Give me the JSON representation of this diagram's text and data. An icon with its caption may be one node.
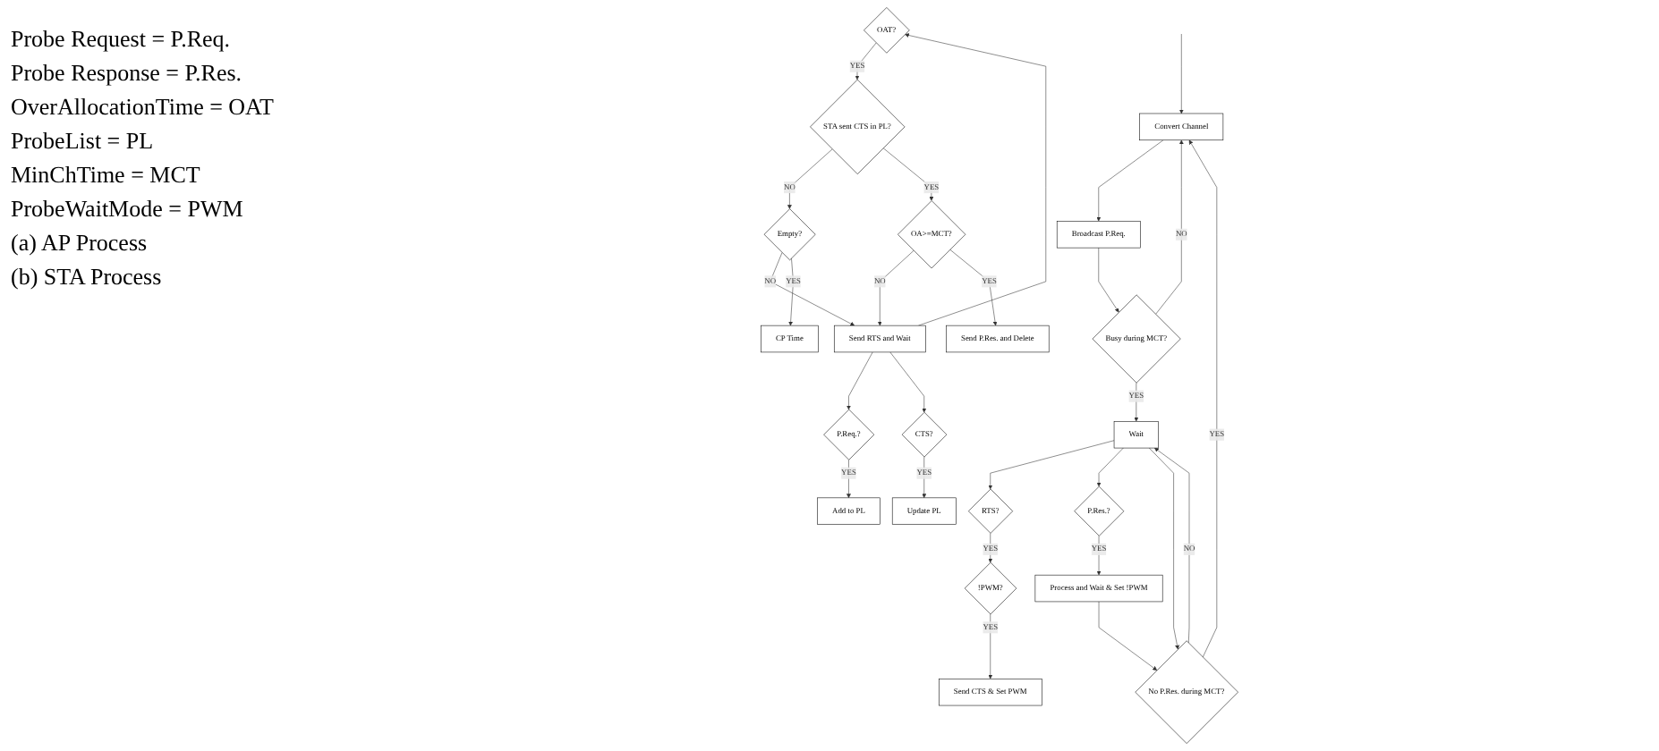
{
  "diagram": {
    "nodes": [
      {
        "text": [
          "P.Req.?"
        ]
      },
      {
        "text": [
          "CTS?"
        ]
      },
      {
        "text": [
          "OAT?"
        ]
      },
      {
        "text": [
          "Send RTS and Wait"
        ]
      },
      {
        "text": [
          "Add to PL"
        ]
      },
      {
        "text": [
          "Update PL"
        ]
      },
      {
        "text": [
          "STA sent CTS in PL?"
        ]
      },
      {
        "text": [
          "Empty?"
        ]
      },
      {
        "text": [
          "OA>=MCT?"
        ]
      },
      {
        "text": [
          "Send P.Res. and Delete"
        ]
      },
      {
        "text": [
          "CP Time"
        ]
      },
      {
        "text": [
          "Convert Channel"
        ]
      },
      {
        "text": [
          "Broadcast P.Req."
        ]
      },
      {
        "text": [
          "Busy during MCT?"
        ]
      },
      {
        "text": [
          "Wait"
        ]
      },
      {
        "text": [
          "RTS?"
        ]
      },
      {
        "text": [
          "P.Res.?"
        ]
      },
      {
        "text": [
          "No P.Res. during MCT?"
        ]
      },
      {
        "text": [
          "!PWM?"
        ]
      },
      {
        "text": [
          "Process and Wait & Set !PWM"
        ]
      },
      {
        "text": [
          "Send CTS & Set PWM"
        ]
      }
    ],
    "edges": [
      {
        "from": 3,
        "to": 0,
        "arrow": "to"
      },
      {
        "from": 3,
        "to": 1,
        "arrow": "to"
      },
      {
        "from": 3,
        "to": 2,
        "arrow": "to"
      },
      {
        "from": 0,
        "to": 4,
        "label": "YES",
        "arrow": "to"
      },
      {
        "from": 1,
        "to": 5,
        "label": "YES",
        "arrow": "to"
      },
      {
        "from": 2,
        "to": 6,
        "label": "YES",
        "arrow": "to"
      },
      {
        "from": 6,
        "to": 7,
        "label": "NO",
        "arrow": "to"
      },
      {
        "from": 6,
        "to": 8,
        "label": "YES",
        "arrow": "to"
      },
      {
        "from": 7,
        "to": 3,
        "label": "NO",
        "arrow": "to"
      },
      {
        "from": 8,
        "to": 3,
        "label": "NO",
        "arrow": "to"
      },
      {
        "from": 8,
        "to": 9,
        "label": "YES",
        "arrow": "to"
      },
      {
        "from": 7,
        "to": 10,
        "label": "YES",
        "arrow": "to"
      },
      {
        "from": null,
        "to": 11,
        "arrow": "to"
      },
      {
        "from": 11,
        "to": 12,
        "arrow": "to"
      },
      {
        "from": 12,
        "to": 13,
        "arrow": "to"
      },
      {
        "from": 13,
        "to": 11,
        "label": "NO",
        "arrow": "to"
      },
      {
        "from": 13,
        "to": 14,
        "label": "YES",
        "arrow": "to"
      },
      {
        "from": 14,
        "to": 15,
        "arrow": "to"
      },
      {
        "from": 14,
        "to": 16,
        "arrow": "to"
      },
      {
        "from": 14,
        "to": 17,
        "arrow": "to"
      },
      {
        "from": 15,
        "to": 18,
        "label": "YES",
        "arrow": "to"
      },
      {
        "from": 16,
        "to": 19,
        "label": "YES",
        "arrow": "to"
      },
      {
        "from": 17,
        "to": 14,
        "label": "NO",
        "arrow": "to"
      },
      {
        "from": 17,
        "to": 11,
        "label": "YES",
        "arrow": "to"
      },
      {
        "from": 18,
        "to": 20,
        "label": "YES",
        "arrow": "to"
      },
      {
        "from": 19,
        "to": 17,
        "arrow": "to"
      }
    ],
    "labels": [
      "Probe Request = P.Req.",
      "Probe Response = P.Res.",
      "OverAllocationTime = OAT",
      "ProbeList = PL",
      "MinChTime = MCT",
      "ProbeWaitMode = PWM",
      "(a) AP Process",
      "(b) STA Process"
    ]
  }
}
